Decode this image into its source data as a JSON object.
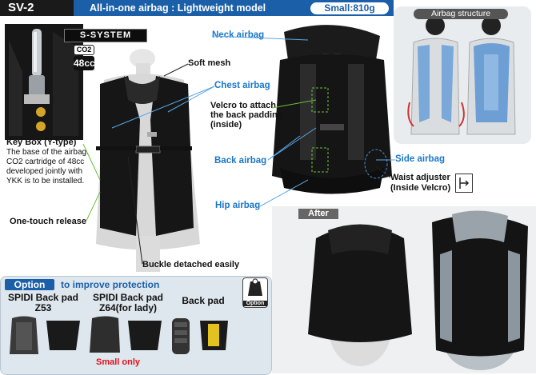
{
  "header": {
    "model": "SV-2",
    "title": "All-in-one airbag : Lightweight model",
    "weight_badge": "Small:810g"
  },
  "s_system": {
    "logo": "S-SYSTEM",
    "co2": "CO2",
    "capacity": "48cc"
  },
  "callouts": {
    "neck_airbag": "Neck airbag",
    "soft_mesh": "Soft mesh",
    "chest_airbag": "Chest airbag",
    "velcro_line1": "Velcro to attach",
    "velcro_line2": "the back padding",
    "velcro_line3": "(inside)",
    "back_airbag": "Back airbag",
    "side_airbag": "Side airbag",
    "waist_line1": "Waist adjuster",
    "waist_line2": "(Inside Velcro)",
    "hip_airbag": "Hip airbag",
    "one_touch": "One-touch release",
    "buckle": "Buckle detached easily"
  },
  "keybox": {
    "title": "Key Box (Y-type)",
    "line1": "The base of the airbag.",
    "line2": "CO2 cartridge of 48cc",
    "line3": "developed jointly with",
    "line4": "YKK is to be installed."
  },
  "structure": {
    "label": "Airbag structure"
  },
  "after": {
    "label": "After"
  },
  "option": {
    "tag": "Option",
    "subtitle": "to improve protection",
    "items": [
      {
        "line1": "SPIDI Back pad",
        "line2": "Z53"
      },
      {
        "line1": "SPIDI Back pad",
        "line2": "Z64(for lady)"
      },
      {
        "line1": "Back pad",
        "line2": ""
      }
    ],
    "small_only": "Small only",
    "icon_label": "Option"
  },
  "colors": {
    "accent": "#1a5fa8",
    "callout_blue": "#1a76c8",
    "warning_red": "#e0101a",
    "callout_line_green": "#6cbf3a"
  }
}
